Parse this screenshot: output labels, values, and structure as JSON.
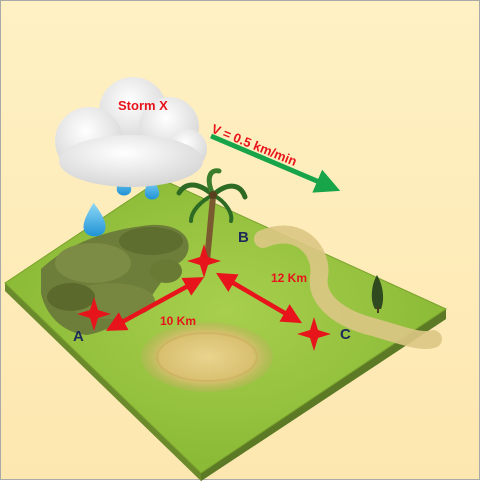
{
  "storm": {
    "label": "Storm X"
  },
  "velocity": {
    "label": "V = 0.5 km/min"
  },
  "points": {
    "a": {
      "label": "A"
    },
    "b": {
      "label": "B"
    },
    "c": {
      "label": "C"
    }
  },
  "distances": {
    "ab": {
      "label": "10 Km",
      "value_km": 10
    },
    "bc": {
      "label": "12 Km",
      "value_km": 12
    }
  },
  "colors": {
    "background": "#fde9b6",
    "ground": "#8fbf3a",
    "ground_edge": "#6b8a2c",
    "marker": "#e8141b",
    "velocity_arrow": "#18a54a",
    "point_label": "#1e2a5a",
    "cloud": "#f2f2f2",
    "rain": "#3fb4e8"
  }
}
